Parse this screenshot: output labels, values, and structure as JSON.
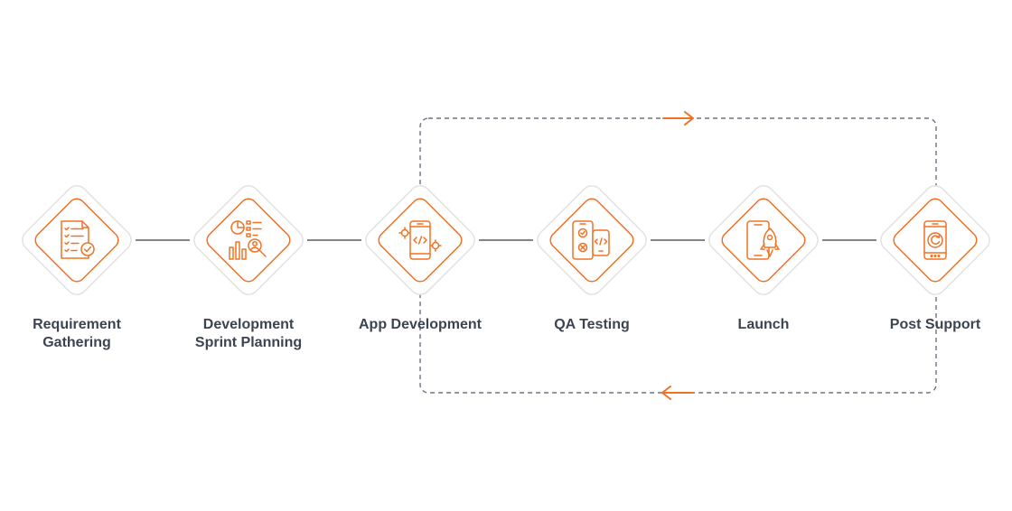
{
  "colors": {
    "accent": "#f07224",
    "connector": "#3a3a3a",
    "loop_dash": "#6b7280",
    "diamond_border": "#e2e2e2",
    "label_text": "#3d4451"
  },
  "steps": [
    {
      "label": "Requirement\nGathering",
      "icon": "checklist-document-icon"
    },
    {
      "label": "Development\nSprint Planning",
      "icon": "chart-analysis-icon"
    },
    {
      "label": "App Development",
      "icon": "mobile-code-gears-icon"
    },
    {
      "label": "QA Testing",
      "icon": "test-devices-icon"
    },
    {
      "label": "Launch",
      "icon": "phone-rocket-icon"
    },
    {
      "label": "Post Support",
      "icon": "phone-sync-icon"
    }
  ],
  "loop": {
    "from_step": 3,
    "to_step": 6,
    "top_arrow": "right",
    "bottom_arrow": "left"
  }
}
